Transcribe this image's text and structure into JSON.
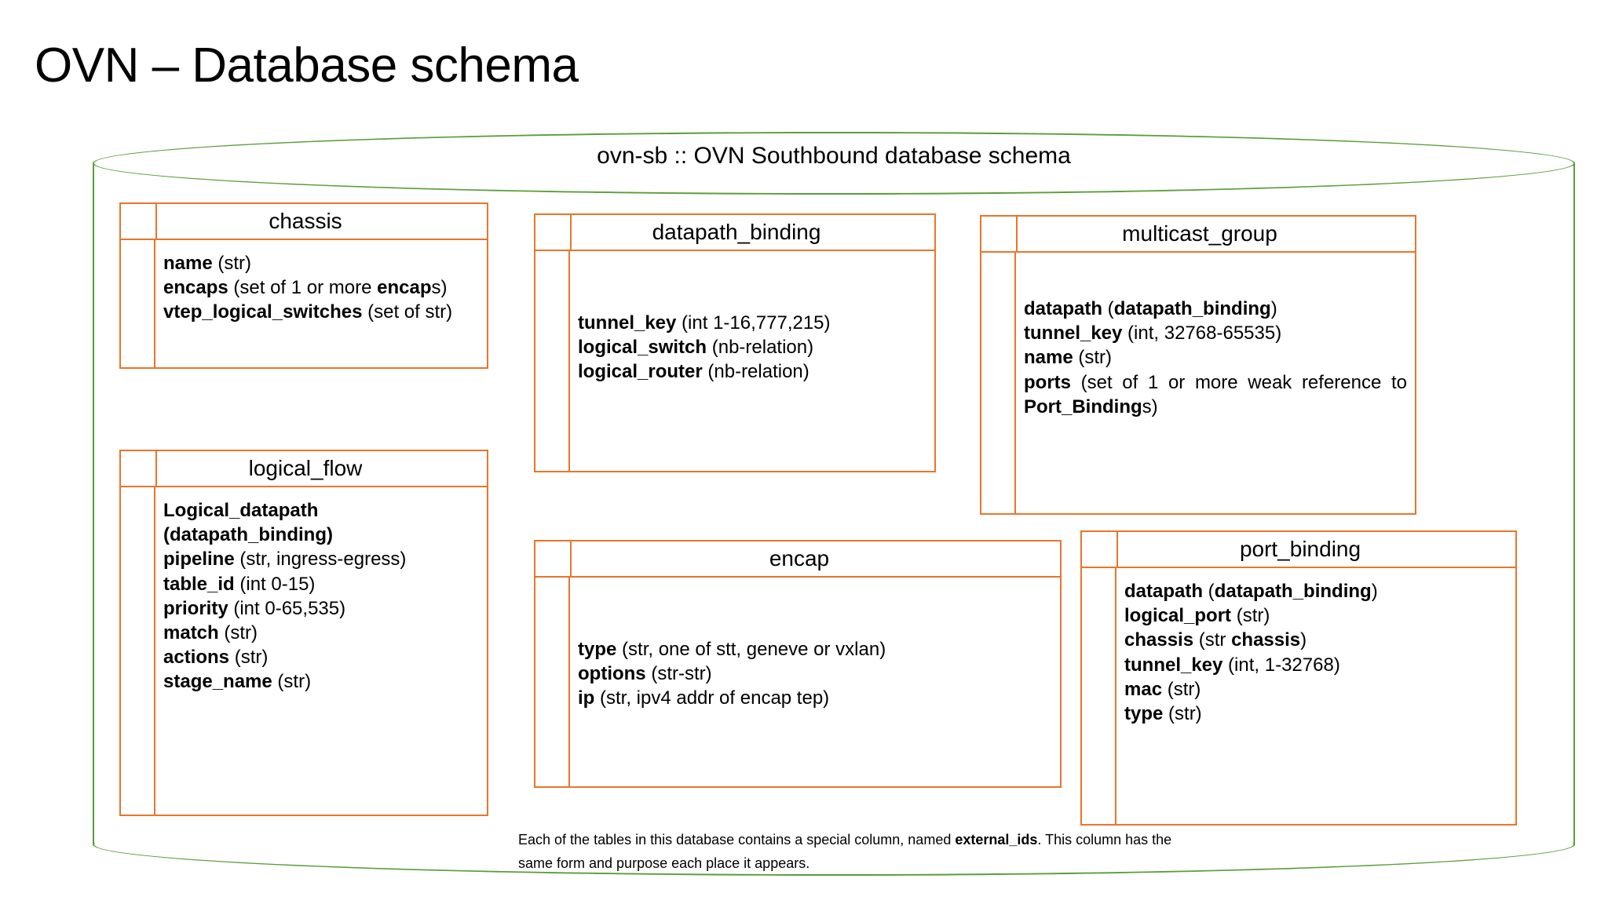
{
  "slide": {
    "title": "OVN – Database schema"
  },
  "database": {
    "caption": "ovn-sb :: OVN Southbound database schema",
    "outline_color": "#5a9e3a",
    "table_border_color": "#e8762c"
  },
  "tables": [
    {
      "id": "chassis",
      "name": "chassis",
      "fields": [
        {
          "name": "name",
          "type": " (str)"
        },
        {
          "name": "encaps",
          "type": " (set of 1 or more ",
          "type_bold_tail": "encap",
          "type_tail": "s)"
        },
        {
          "name": "vtep_logical_switches",
          "type": " (set of str)"
        }
      ],
      "fields_text": [
        "name (str)",
        "encaps (set of 1 or more encaps)",
        "vtep_logical_switches (set of str)"
      ]
    },
    {
      "id": "logical_flow",
      "name": "logical_flow",
      "fields_text": [
        "Logical_datapath (datapath_binding)",
        "pipeline (str, ingress-egress)",
        "table_id (int 0-15)",
        "priority (int 0-65,535)",
        "match (str)",
        "actions  (str)",
        "stage_name (str)"
      ]
    },
    {
      "id": "datapath_binding",
      "name": "datapath_binding",
      "fields_text": [
        "tunnel_key (int  1-16,777,215)",
        "logical_switch (nb-relation)",
        "logical_router (nb-relation)"
      ]
    },
    {
      "id": "encap",
      "name": "encap",
      "fields_text": [
        "type (str, one of stt, geneve or vxlan)",
        "options  (str-str)",
        "ip (str, ipv4 addr of encap tep)"
      ]
    },
    {
      "id": "multicast_group",
      "name": "multicast_group",
      "fields_text": [
        "datapath (datapath_binding)",
        "tunnel_key  (int, 32768-65535)",
        "name  (str)",
        "ports (set of 1 or more weak reference to Port_Bindings)"
      ]
    },
    {
      "id": "port_binding",
      "name": "port_binding",
      "fields_text": [
        "datapath (datapath_binding)",
        "logical_port  (str)",
        "chassis  (str  chassis)",
        "tunnel_key  (int, 1-32768)",
        "mac (str)",
        "type (str)"
      ]
    }
  ],
  "table_fields": {
    "chassis": [
      {
        "label": "name",
        "detail": " (str)"
      },
      {
        "label": "encaps",
        "detail": " (set of 1 or more ",
        "bold_tail": "encap",
        "detail_tail": "s)"
      },
      {
        "label": "vtep_logical_switches",
        "detail": " (set of str)"
      }
    ],
    "logical_flow": [
      {
        "label": "Logical_datapath (datapath_binding)",
        "detail": "",
        "all_bold": true
      },
      {
        "label": "pipeline",
        "detail": " (str, ingress-egress)"
      },
      {
        "label": "table_id",
        "detail": " (int 0-15)"
      },
      {
        "label": "priority",
        "detail": " (int 0-65,535)"
      },
      {
        "label": "match",
        "detail": " (str)"
      },
      {
        "label": "actions",
        "detail": "  (str)"
      },
      {
        "label": "stage_name",
        "detail": " (str)"
      }
    ],
    "datapath_binding": [
      {
        "label": "tunnel_key",
        "detail": " (int  1-16,777,215)"
      },
      {
        "label": "logical_switch",
        "detail": " (nb-relation)"
      },
      {
        "label": "logical_router",
        "detail": " (nb-relation)"
      }
    ],
    "encap": [
      {
        "label": "type",
        "detail": " (str, one of stt, geneve or vxlan)"
      },
      {
        "label": "options",
        "detail": "  (str-str)"
      },
      {
        "label": "ip",
        "detail": " (str, ipv4 addr of encap tep)"
      }
    ],
    "multicast_group": [
      {
        "label": "datapath",
        "detail": " (",
        "bold_tail": "datapath_binding",
        "detail_tail": ")"
      },
      {
        "label": "tunnel_key",
        "detail": "  (int, 32768-65535)"
      },
      {
        "label": "name",
        "detail": "  (str)"
      },
      {
        "label": "ports",
        "detail": " (set  of  1  or  more  weak reference  to ",
        "bold_tail": "Port_Binding",
        "detail_tail": "s)"
      }
    ],
    "port_binding": [
      {
        "label": "datapath",
        "detail": " (",
        "bold_tail": "datapath_binding",
        "detail_tail": ")"
      },
      {
        "label": "logical_port",
        "detail": "  (str)"
      },
      {
        "label": "chassis",
        "detail": "  (str  ",
        "bold_tail": "chassis",
        "detail_tail": ")"
      },
      {
        "label": "tunnel_key",
        "detail": "  (int, 1-32768)"
      },
      {
        "label": "mac",
        "detail": " (str)"
      },
      {
        "label": "type",
        "detail": " (str)"
      }
    ]
  },
  "footnote": {
    "part1": "Each of the tables in this database contains a special column, named ",
    "emphasis": "external_ids",
    "part2": ". This column has the same form and purpose each place it appears."
  }
}
